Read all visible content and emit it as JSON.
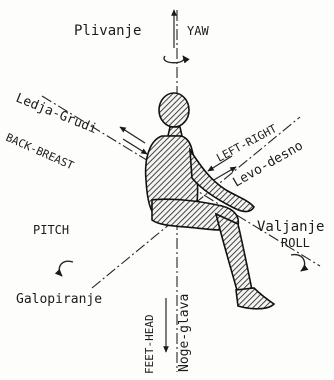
{
  "labels": {
    "yaw_local": "Plivanje",
    "yaw": "YAW",
    "back_breast_local": "Ledja-Grudi",
    "back_breast": "BACK-BREAST",
    "left_right": "LEFT-RIGHT",
    "left_right_local": "Levo-desno",
    "pitch": "PITCH",
    "roll_local": "Valjanje",
    "roll": "ROLL",
    "pitch_local": "Galopiranje",
    "feet_head": "FEET-HEAD",
    "feet_head_local": "Noge-glava"
  }
}
